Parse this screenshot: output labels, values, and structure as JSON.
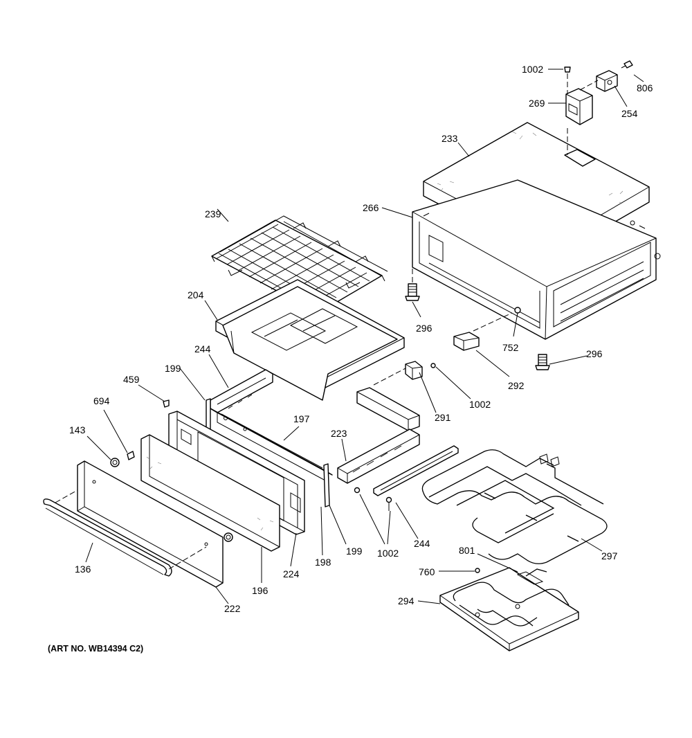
{
  "diagram": {
    "art_number": "(ART NO. WB14394 C2)",
    "callouts": {
      "c1002_top": "1002",
      "c806": "806",
      "c269": "269",
      "c254": "254",
      "c233": "233",
      "c266": "266",
      "c296_left": "296",
      "c296_right": "296",
      "c752": "752",
      "c292": "292",
      "c239": "239",
      "c204": "204",
      "c244_top": "244",
      "c199_top": "199",
      "c459": "459",
      "c694": "694",
      "c143": "143",
      "c197": "197",
      "c223": "223",
      "c291": "291",
      "c1002_mid": "1002",
      "c297": "297",
      "c244_bottom": "244",
      "c1002_bottom": "1002",
      "c199_bottom": "199",
      "c198": "198",
      "c224": "224",
      "c196": "196",
      "c136": "136",
      "c222": "222",
      "c801": "801",
      "c760": "760",
      "c294": "294"
    }
  }
}
